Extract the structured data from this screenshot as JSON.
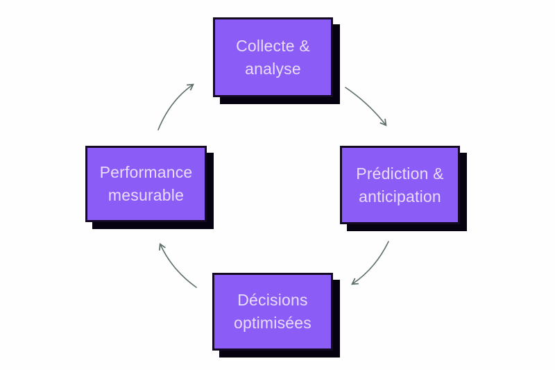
{
  "diagram": {
    "type": "cycle",
    "nodes": [
      {
        "id": "collecte-analyse",
        "line1": "Collecte &",
        "line2": "analyse",
        "position": "top"
      },
      {
        "id": "prediction-anticipation",
        "line1": "Prédiction &",
        "line2": "anticipation",
        "position": "right"
      },
      {
        "id": "decisions-optimisees",
        "line1": "Décisions",
        "line2": "optimisées",
        "position": "bottom"
      },
      {
        "id": "performance-mesurable",
        "line1": "Performance",
        "line2": "mesurable",
        "position": "left"
      }
    ],
    "arrows": [
      {
        "from": "Collecte & analyse",
        "to": "Prédiction & anticipation",
        "direction": "clockwise"
      },
      {
        "from": "Prédiction & anticipation",
        "to": "Décisions optimisées",
        "direction": "clockwise"
      },
      {
        "from": "Décisions optimisées",
        "to": "Performance mesurable",
        "direction": "clockwise"
      },
      {
        "from": "Performance mesurable",
        "to": "Collecte & analyse",
        "direction": "clockwise"
      }
    ],
    "colors": {
      "background": "#fefefe",
      "node_fill": "#8b5cf6",
      "node_border": "#150a24",
      "node_shadow": "#06020f",
      "node_text": "#e9dcfb",
      "arrow": "#5e6e69"
    }
  }
}
